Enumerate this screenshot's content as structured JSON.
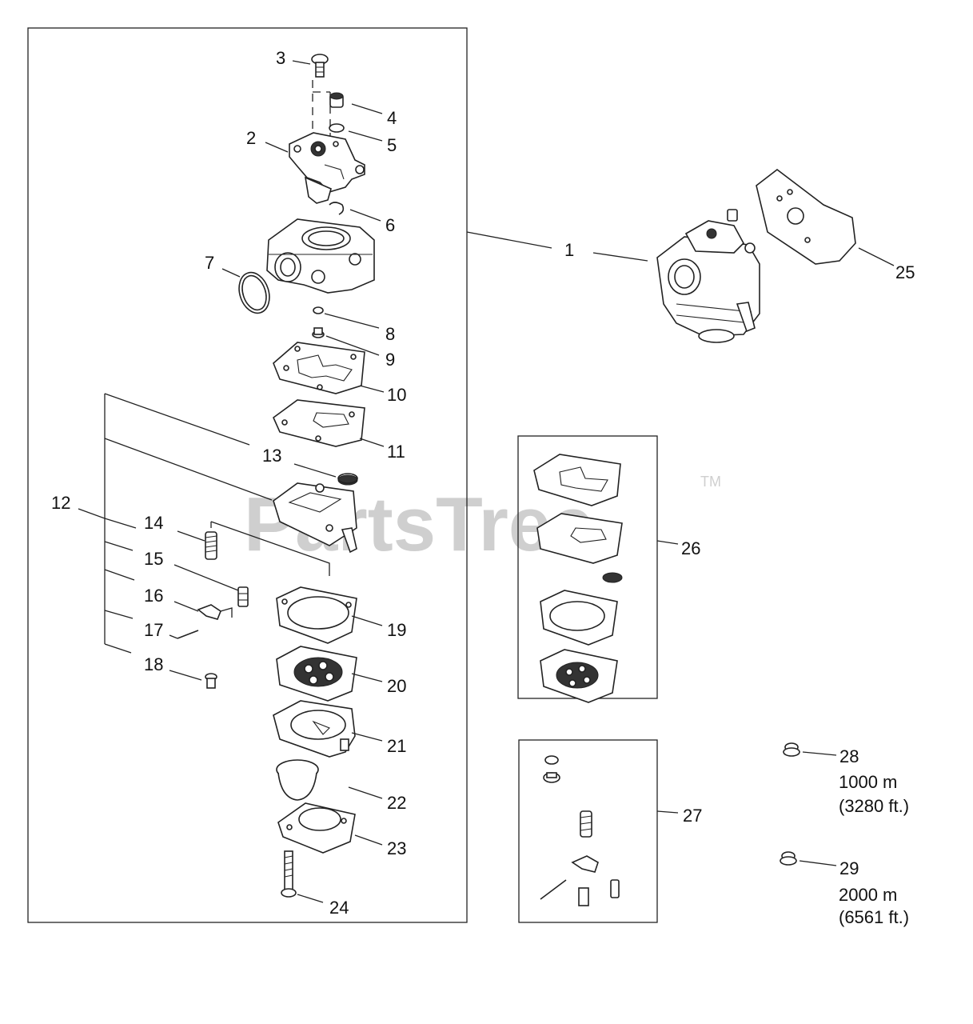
{
  "watermark": {
    "text": "PartsTree",
    "trademark": "TM"
  },
  "callouts": [
    {
      "id": "1",
      "label": "1"
    },
    {
      "id": "2",
      "label": "2"
    },
    {
      "id": "3",
      "label": "3"
    },
    {
      "id": "4",
      "label": "4"
    },
    {
      "id": "5",
      "label": "5"
    },
    {
      "id": "6",
      "label": "6"
    },
    {
      "id": "7",
      "label": "7"
    },
    {
      "id": "8",
      "label": "8"
    },
    {
      "id": "9",
      "label": "9"
    },
    {
      "id": "10",
      "label": "10"
    },
    {
      "id": "11",
      "label": "11"
    },
    {
      "id": "12",
      "label": "12"
    },
    {
      "id": "13",
      "label": "13"
    },
    {
      "id": "14",
      "label": "14"
    },
    {
      "id": "15",
      "label": "15"
    },
    {
      "id": "16",
      "label": "16"
    },
    {
      "id": "17",
      "label": "17"
    },
    {
      "id": "18",
      "label": "18"
    },
    {
      "id": "19",
      "label": "19"
    },
    {
      "id": "20",
      "label": "20"
    },
    {
      "id": "21",
      "label": "21"
    },
    {
      "id": "22",
      "label": "22"
    },
    {
      "id": "23",
      "label": "23"
    },
    {
      "id": "24",
      "label": "24"
    },
    {
      "id": "25",
      "label": "25"
    },
    {
      "id": "26",
      "label": "26"
    },
    {
      "id": "27",
      "label": "27"
    },
    {
      "id": "28",
      "label": "28"
    },
    {
      "id": "29",
      "label": "29"
    }
  ],
  "notes": {
    "part28": {
      "line1": "1000 m",
      "line2": "(3280 ft.)"
    },
    "part29": {
      "line1": "2000 m",
      "line2": "(6561 ft.)"
    }
  }
}
